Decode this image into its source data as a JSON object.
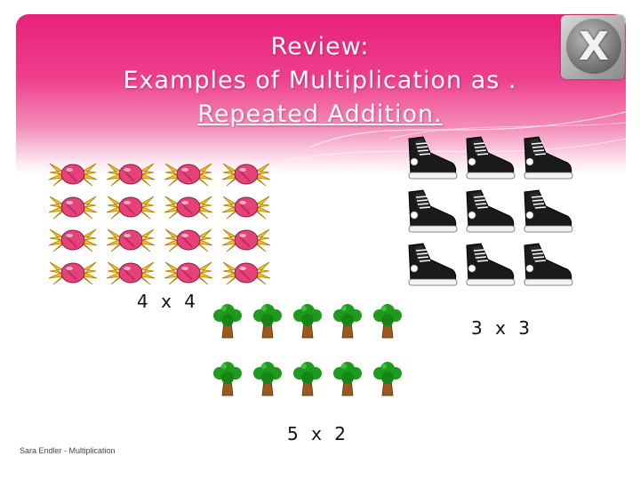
{
  "slide": {
    "title_line1": "Review:",
    "title_line2": "Examples of Multiplication as .",
    "title_line3": "Repeated Addition.",
    "close_icon_glyph": "X",
    "footer": "Sara Endler - Multiplication",
    "colors": {
      "header_pink": "#e8217a",
      "candy_pink": "#e5427a",
      "candy_wrap": "#f5c518",
      "shoe_black": "#1a1a1a",
      "tree_green": "#1e9a1e",
      "trunk": "#9a5a1e"
    }
  },
  "groups": {
    "candies": {
      "icon": "candy-icon",
      "rows": 4,
      "cols": 4,
      "label": "4 x 4"
    },
    "shoes": {
      "icon": "sneaker-icon",
      "rows": 3,
      "cols": 3,
      "label": "3 x 3"
    },
    "trees": {
      "icon": "tree-icon",
      "rows": 2,
      "cols": 5,
      "label": "5 x 2"
    }
  }
}
